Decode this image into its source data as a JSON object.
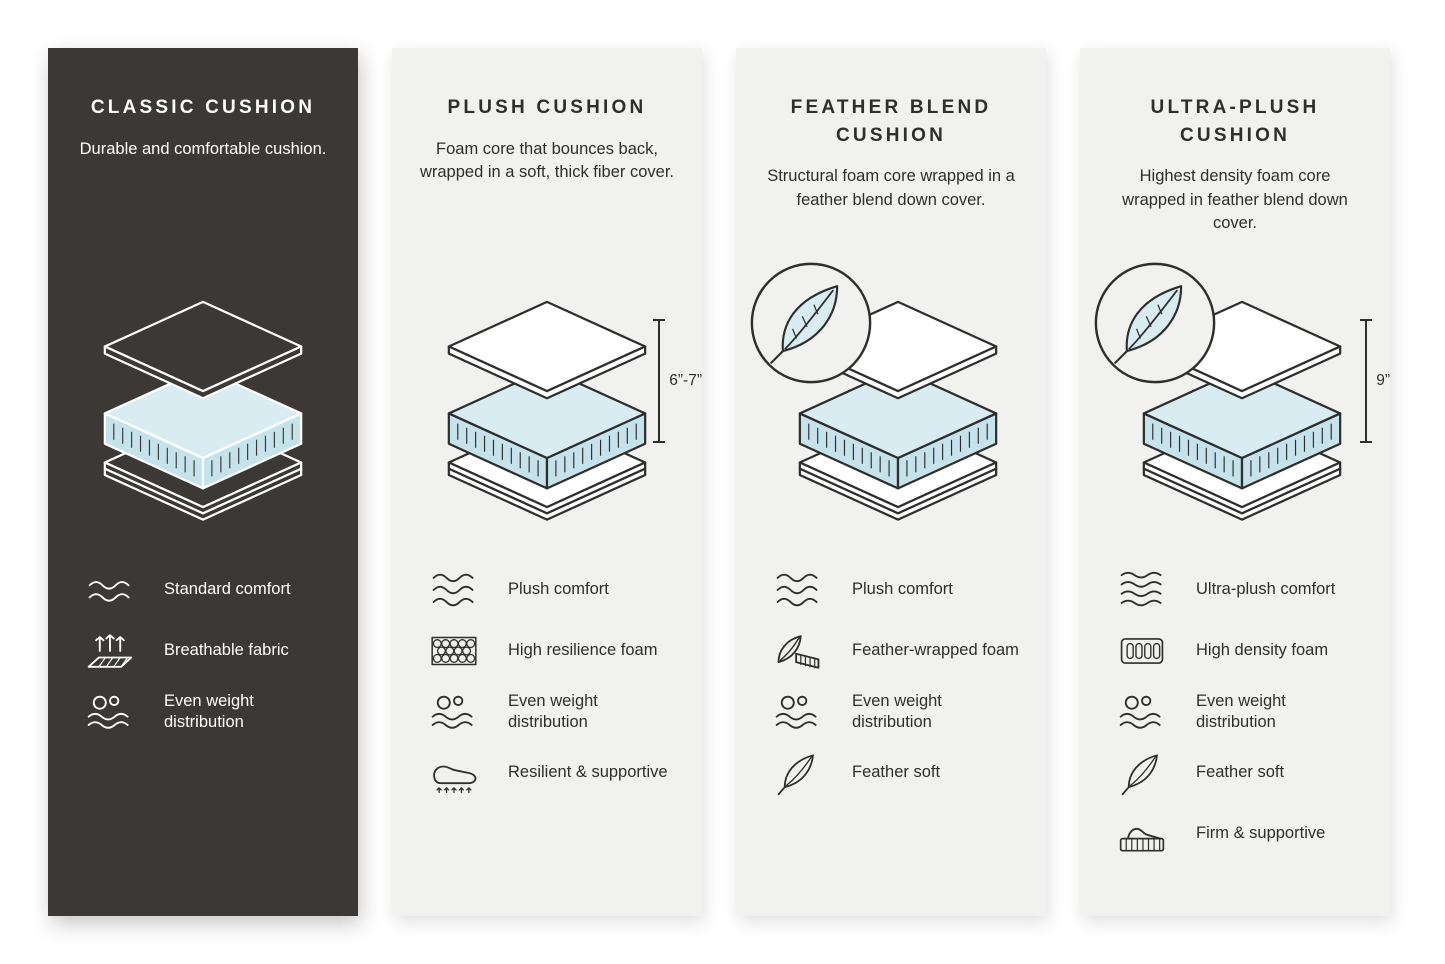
{
  "colors": {
    "dark_panel": "#3B3836",
    "light_panel": "#F1F1EF",
    "foam_blue_top": "#D9ECF2",
    "foam_blue_side": "#C6E2EB",
    "line_dark": "#2E2E2E",
    "line_light": "#FFFFFF"
  },
  "panels": [
    {
      "title": "CLASSIC CUSHION",
      "description": "Durable and comfortable cushion.",
      "features": [
        {
          "icon": "waves-icon",
          "label": "Standard comfort"
        },
        {
          "icon": "breathable-fabric-icon",
          "label": "Breathable fabric"
        },
        {
          "icon": "even-weight-icon",
          "label": "Even weight distribution"
        }
      ]
    },
    {
      "title": "PLUSH CUSHION",
      "description": "Foam core that bounces back, wrapped in a soft, thick fiber cover.",
      "measurement": "6”-7”",
      "features": [
        {
          "icon": "waves-icon",
          "label": "Plush comfort"
        },
        {
          "icon": "honeycomb-foam-icon",
          "label": "High resilience foam"
        },
        {
          "icon": "even-weight-icon",
          "label": "Even weight distribution"
        },
        {
          "icon": "resilient-supportive-icon",
          "label": "Resilient & supportive"
        }
      ]
    },
    {
      "title": "FEATHER BLEND CUSHION",
      "description": "Structural foam core wrapped in a feather blend down cover.",
      "features": [
        {
          "icon": "waves-icon",
          "label": "Plush comfort"
        },
        {
          "icon": "feather-wrapped-foam-icon",
          "label": "Feather-wrapped foam"
        },
        {
          "icon": "even-weight-icon",
          "label": "Even weight distribution"
        },
        {
          "icon": "feather-soft-icon",
          "label": "Feather soft"
        }
      ]
    },
    {
      "title": "ULTRA-PLUSH CUSHION",
      "description": "Highest density foam core wrapped in feather blend down cover.",
      "measurement": "9”",
      "features": [
        {
          "icon": "waves-icon",
          "label": "Ultra-plush comfort"
        },
        {
          "icon": "density-foam-icon",
          "label": "High density foam"
        },
        {
          "icon": "even-weight-icon",
          "label": "Even weight distribution"
        },
        {
          "icon": "feather-soft-icon",
          "label": "Feather soft"
        },
        {
          "icon": "firm-supportive-icon",
          "label": "Firm & supportive"
        }
      ]
    }
  ]
}
